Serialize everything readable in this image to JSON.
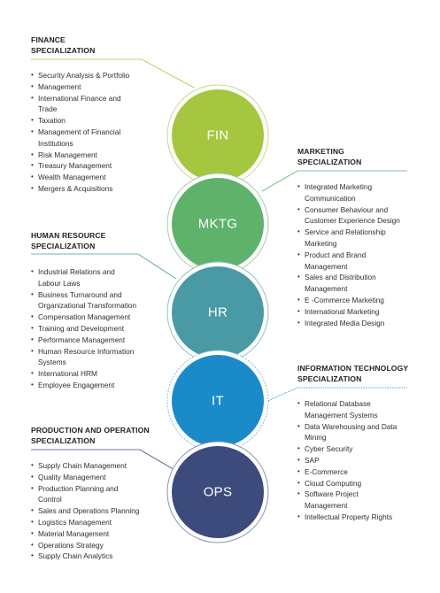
{
  "finance": {
    "title": [
      "FINANCE",
      "SPECIALIZATION"
    ],
    "items": [
      [
        "Security Analysis & Portfolio"
      ],
      [
        "Management"
      ],
      [
        "International Finance and",
        "Trade"
      ],
      [
        "Taxation"
      ],
      [
        "Management of Financial",
        "Institutions"
      ],
      [
        "Risk Management"
      ],
      [
        "Treasury Management"
      ],
      [
        "Wealth Management"
      ],
      [
        "Mergers & Acquisitions"
      ]
    ]
  },
  "marketing": {
    "title": [
      "MARKETING",
      "SPECIALIZATION"
    ],
    "items": [
      [
        "Integrated Marketing",
        "Communication"
      ],
      [
        "Consumer Behaviour and",
        "Customer Experience Design"
      ],
      [
        "Service and Relationship",
        "Marketing"
      ],
      [
        "Product and Brand",
        "Management"
      ],
      [
        "Sales and Distribution",
        "Management"
      ],
      [
        "E -Commerce Marketing"
      ],
      [
        "International Marketing"
      ],
      [
        "Integrated Media Design"
      ]
    ]
  },
  "hr": {
    "title": [
      "HUMAN RESOURCE",
      "SPECIALIZATION"
    ],
    "items": [
      [
        "Industrial Relations and",
        "Labour Laws"
      ],
      [
        "Business Turnaround and",
        "Organizational Transformation"
      ],
      [
        "Compensation Management"
      ],
      [
        "Training and Development"
      ],
      [
        "Performance Management"
      ],
      [
        "Human Resource Information",
        "Systems"
      ],
      [
        "International HRM"
      ],
      [
        "Employee Engagement"
      ]
    ]
  },
  "it": {
    "title": [
      "INFORMATION TECHNOLOGY",
      "SPECIALIZATION"
    ],
    "items": [
      [
        "Relational Database",
        "Management Systems"
      ],
      [
        "Data Warehousing and Data",
        "Mining"
      ],
      [
        "Cyber Security"
      ],
      [
        "SAP"
      ],
      [
        "E-Commerce"
      ],
      [
        "Cloud Computing"
      ],
      [
        "Software Project",
        "Management"
      ],
      [
        "Intellectual Property Rights"
      ]
    ]
  },
  "ops": {
    "title": [
      "PRODUCTION AND OPERATION",
      "SPECIALIZATION"
    ],
    "items": [
      [
        "Supply Chain Management"
      ],
      [
        "Quality Management"
      ],
      [
        "Production Planning and",
        "Control"
      ],
      [
        "Sales and Operations Planning"
      ],
      [
        "Logistics Management"
      ],
      [
        "Material Management"
      ],
      [
        "Operations Strategy"
      ],
      [
        "Supply Chain Analytics"
      ]
    ]
  },
  "circles": [
    {
      "key": "fin",
      "label": "FIN",
      "color": "#a6c63f",
      "ring": "#c5da8a"
    },
    {
      "key": "mktg",
      "label": "MKTG",
      "color": "#5fb26b",
      "ring": "#9fd0a6"
    },
    {
      "key": "hr",
      "label": "HR",
      "color": "#4a9aa5",
      "ring": "#8fc1c7"
    },
    {
      "key": "it",
      "label": "IT",
      "color": "#1a8ac9",
      "ring": "#7cbde3"
    },
    {
      "key": "ops",
      "label": "OPS",
      "color": "#3c4a7c",
      "ring": "#8a93b5"
    }
  ]
}
